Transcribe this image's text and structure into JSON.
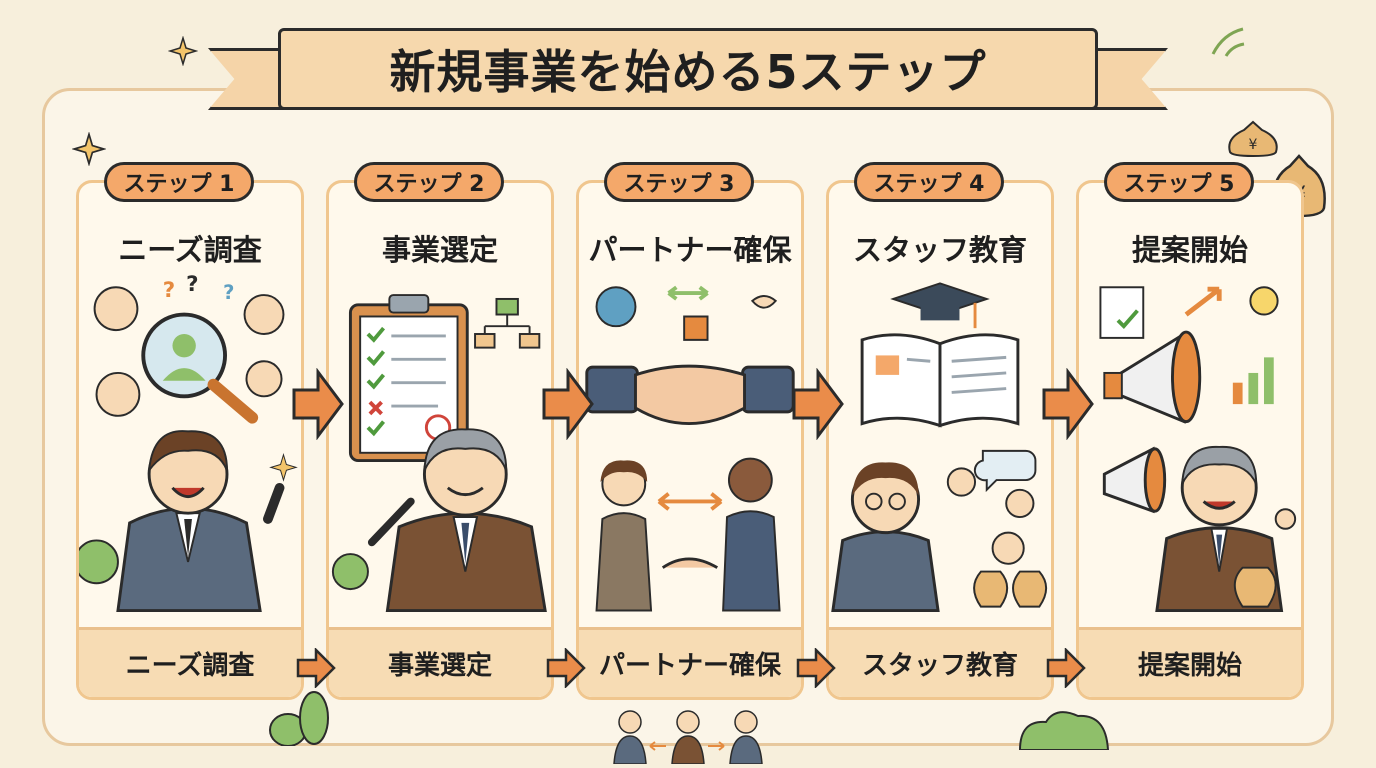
{
  "title": "新規事業を始める5ステップ",
  "steps": [
    {
      "badge": "ステップ 1",
      "title": "ニーズ調査",
      "footer": "ニーズ調査"
    },
    {
      "badge": "ステップ 2",
      "title": "事業選定",
      "footer": "事業選定"
    },
    {
      "badge": "ステップ 3",
      "title": "パートナー確保",
      "footer": "パートナー確保"
    },
    {
      "badge": "ステップ 4",
      "title": "スタッフ教育",
      "footer": "スタッフ教育"
    },
    {
      "badge": "ステップ 5",
      "title": "提案開始",
      "footer": "提案開始"
    }
  ],
  "colors": {
    "background": "#f7efdc",
    "badge": "#f4a86a",
    "card_border": "#f0c68e",
    "arrow": "#ea8c4a",
    "suit_gray": "#5a6a7e",
    "suit_brown": "#7a5234"
  }
}
